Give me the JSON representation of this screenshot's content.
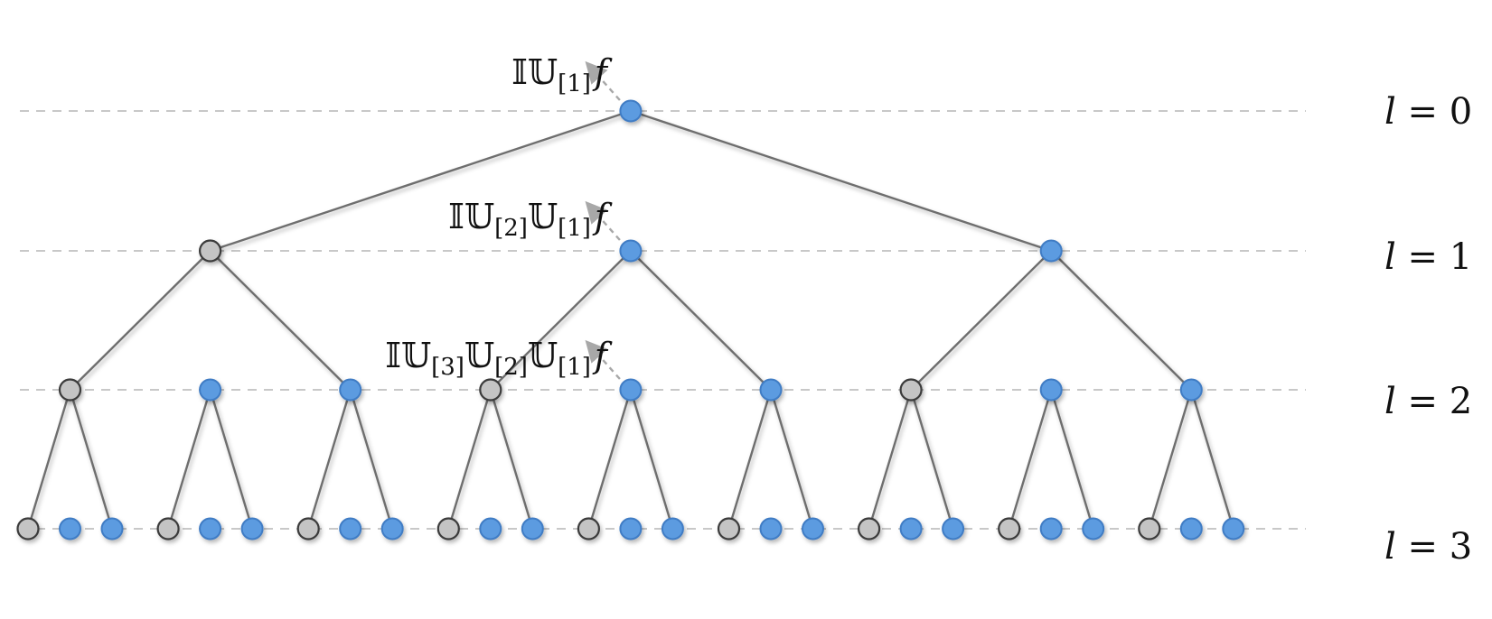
{
  "levels": [
    {
      "symbol": "l",
      "relation": " = ",
      "value": "0"
    },
    {
      "symbol": "l",
      "relation": " = ",
      "value": "1"
    },
    {
      "symbol": "l",
      "relation": " = ",
      "value": "2"
    },
    {
      "symbol": "l",
      "relation": " = ",
      "value": "3"
    }
  ],
  "annotations": [
    {
      "head": "𝕀𝕌",
      "sub": "[1]",
      "tail_ops": [],
      "fn": "f"
    },
    {
      "head": "𝕀𝕌",
      "sub": "[2]",
      "tail_ops": [
        {
          "op": "𝕌",
          "sub": "[1]"
        }
      ],
      "fn": "f"
    },
    {
      "head": "𝕀𝕌",
      "sub": "[3]",
      "tail_ops": [
        {
          "op": "𝕌",
          "sub": "[2]"
        },
        {
          "op": "𝕌",
          "sub": "[1]"
        }
      ],
      "fn": "f"
    }
  ],
  "tree": {
    "branching": 3,
    "depth": 3,
    "highlighted_child_positions": [
      1,
      2
    ],
    "unhighlighted_child_position": 0
  },
  "colors": {
    "highlighted_node": "#5b9be0",
    "other_node": "#c4c4c4",
    "edge": "#6e6e6e",
    "level_line": "#c8c8c8",
    "arrow": "#a8a8a8"
  }
}
